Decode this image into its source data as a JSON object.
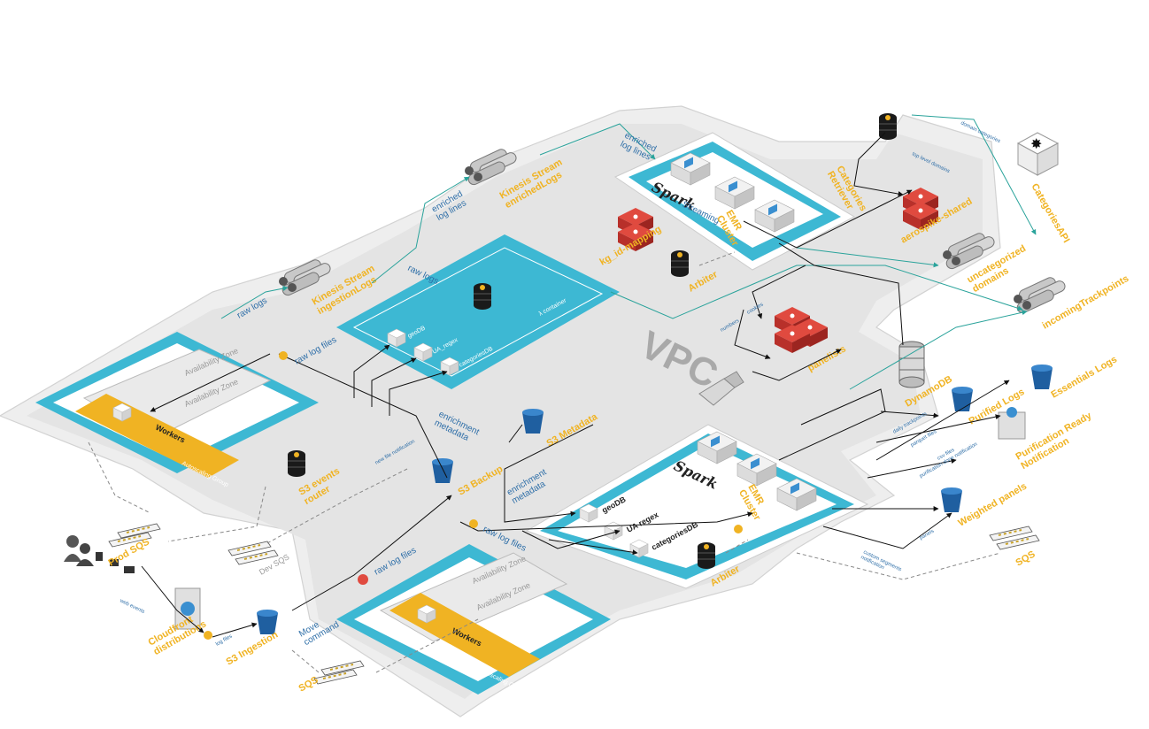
{
  "vpc_label": "VPC",
  "streams": {
    "ingestion": "Kinesis Stream\ningestionLogs",
    "enriched": "Kinesis Stream\nenrichedLogs",
    "uncategorized": "uncategorized\ndomains",
    "incoming": "incomingTrackpoints"
  },
  "databases": {
    "kg_id_mapping": "kg_id-mapping",
    "aerospike": "aerospike-shared",
    "panelists": "panelists",
    "dynamodb": "DynamoDB"
  },
  "spark_top": {
    "spark": "Spark",
    "streaming": "Streaming",
    "emr": "EMR\nCluster",
    "arbiter": "Arbiter"
  },
  "spark_bottom": {
    "spark": "Spark",
    "emr": "EMR\nCluster",
    "geodb": "geoDB",
    "ua_regex": "UA regex",
    "categoriesdb": "categoriesDB",
    "arbiter": "Arbiter"
  },
  "lambda_container": {
    "title": "λ container",
    "geodb": "geoDB",
    "ua_regex": "UA_regex",
    "categoriesdb": "categoriesDB"
  },
  "autoscaling": {
    "zone1": "Availability Zone",
    "zone2": "Availability Zone",
    "workers": "Workers",
    "group": "Autoscaling Group"
  },
  "buckets": {
    "s3_metadata": "S3 Metadata",
    "s3_backup": "S3 Backup",
    "s3_ingestion": "S3 Ingestion",
    "purified_logs": "Purified Logs",
    "essentials_logs": "Essentials Logs",
    "weighted_panels": "Weighted panels"
  },
  "services": {
    "categories_retriever": "Categories\nRetriever",
    "categories_api": "CategoriesAPI",
    "s3_events_router": "S3 events\nrouter",
    "cloudfront": "Cloudfront\ndistributions",
    "purification_notification": "Purification Ready\nNotification"
  },
  "queues": {
    "prod_sqs": "Prod SQS",
    "dev_sqs": "Dev SQS",
    "sqs_bottom": "SQS",
    "sqs_right": "SQS"
  },
  "flow_labels": {
    "raw_logs_1": "raw logs",
    "raw_logs_2": "raw logs",
    "raw_log_files_1": "raw log files",
    "raw_log_files_2": "raw log files",
    "raw_log_files_3": "raw log files",
    "enriched_log_lines_1": "enriched\nlog lines",
    "enriched_log_lines_2": "enriched\nlog lines",
    "enrichment_metadata_1": "enrichment\nmetadata",
    "enrichment_metadata_2": "enrichment\nmetadata",
    "move_command": "Move\ncommand",
    "new_file_notification": "new file notification",
    "web_events": "web events",
    "log_files": "log files",
    "domain_categories": "domain categories",
    "top_level_domains": "top level domains",
    "purification_done": "purification done notification",
    "panels": "panels",
    "daily_trackpoints": "daily trackpoints",
    "parquet_files": "parquet files",
    "csv_files": "csv files",
    "custom_segments": "custom segments\nnotification",
    "numbers": "numbers",
    "cookies": "cookies"
  }
}
